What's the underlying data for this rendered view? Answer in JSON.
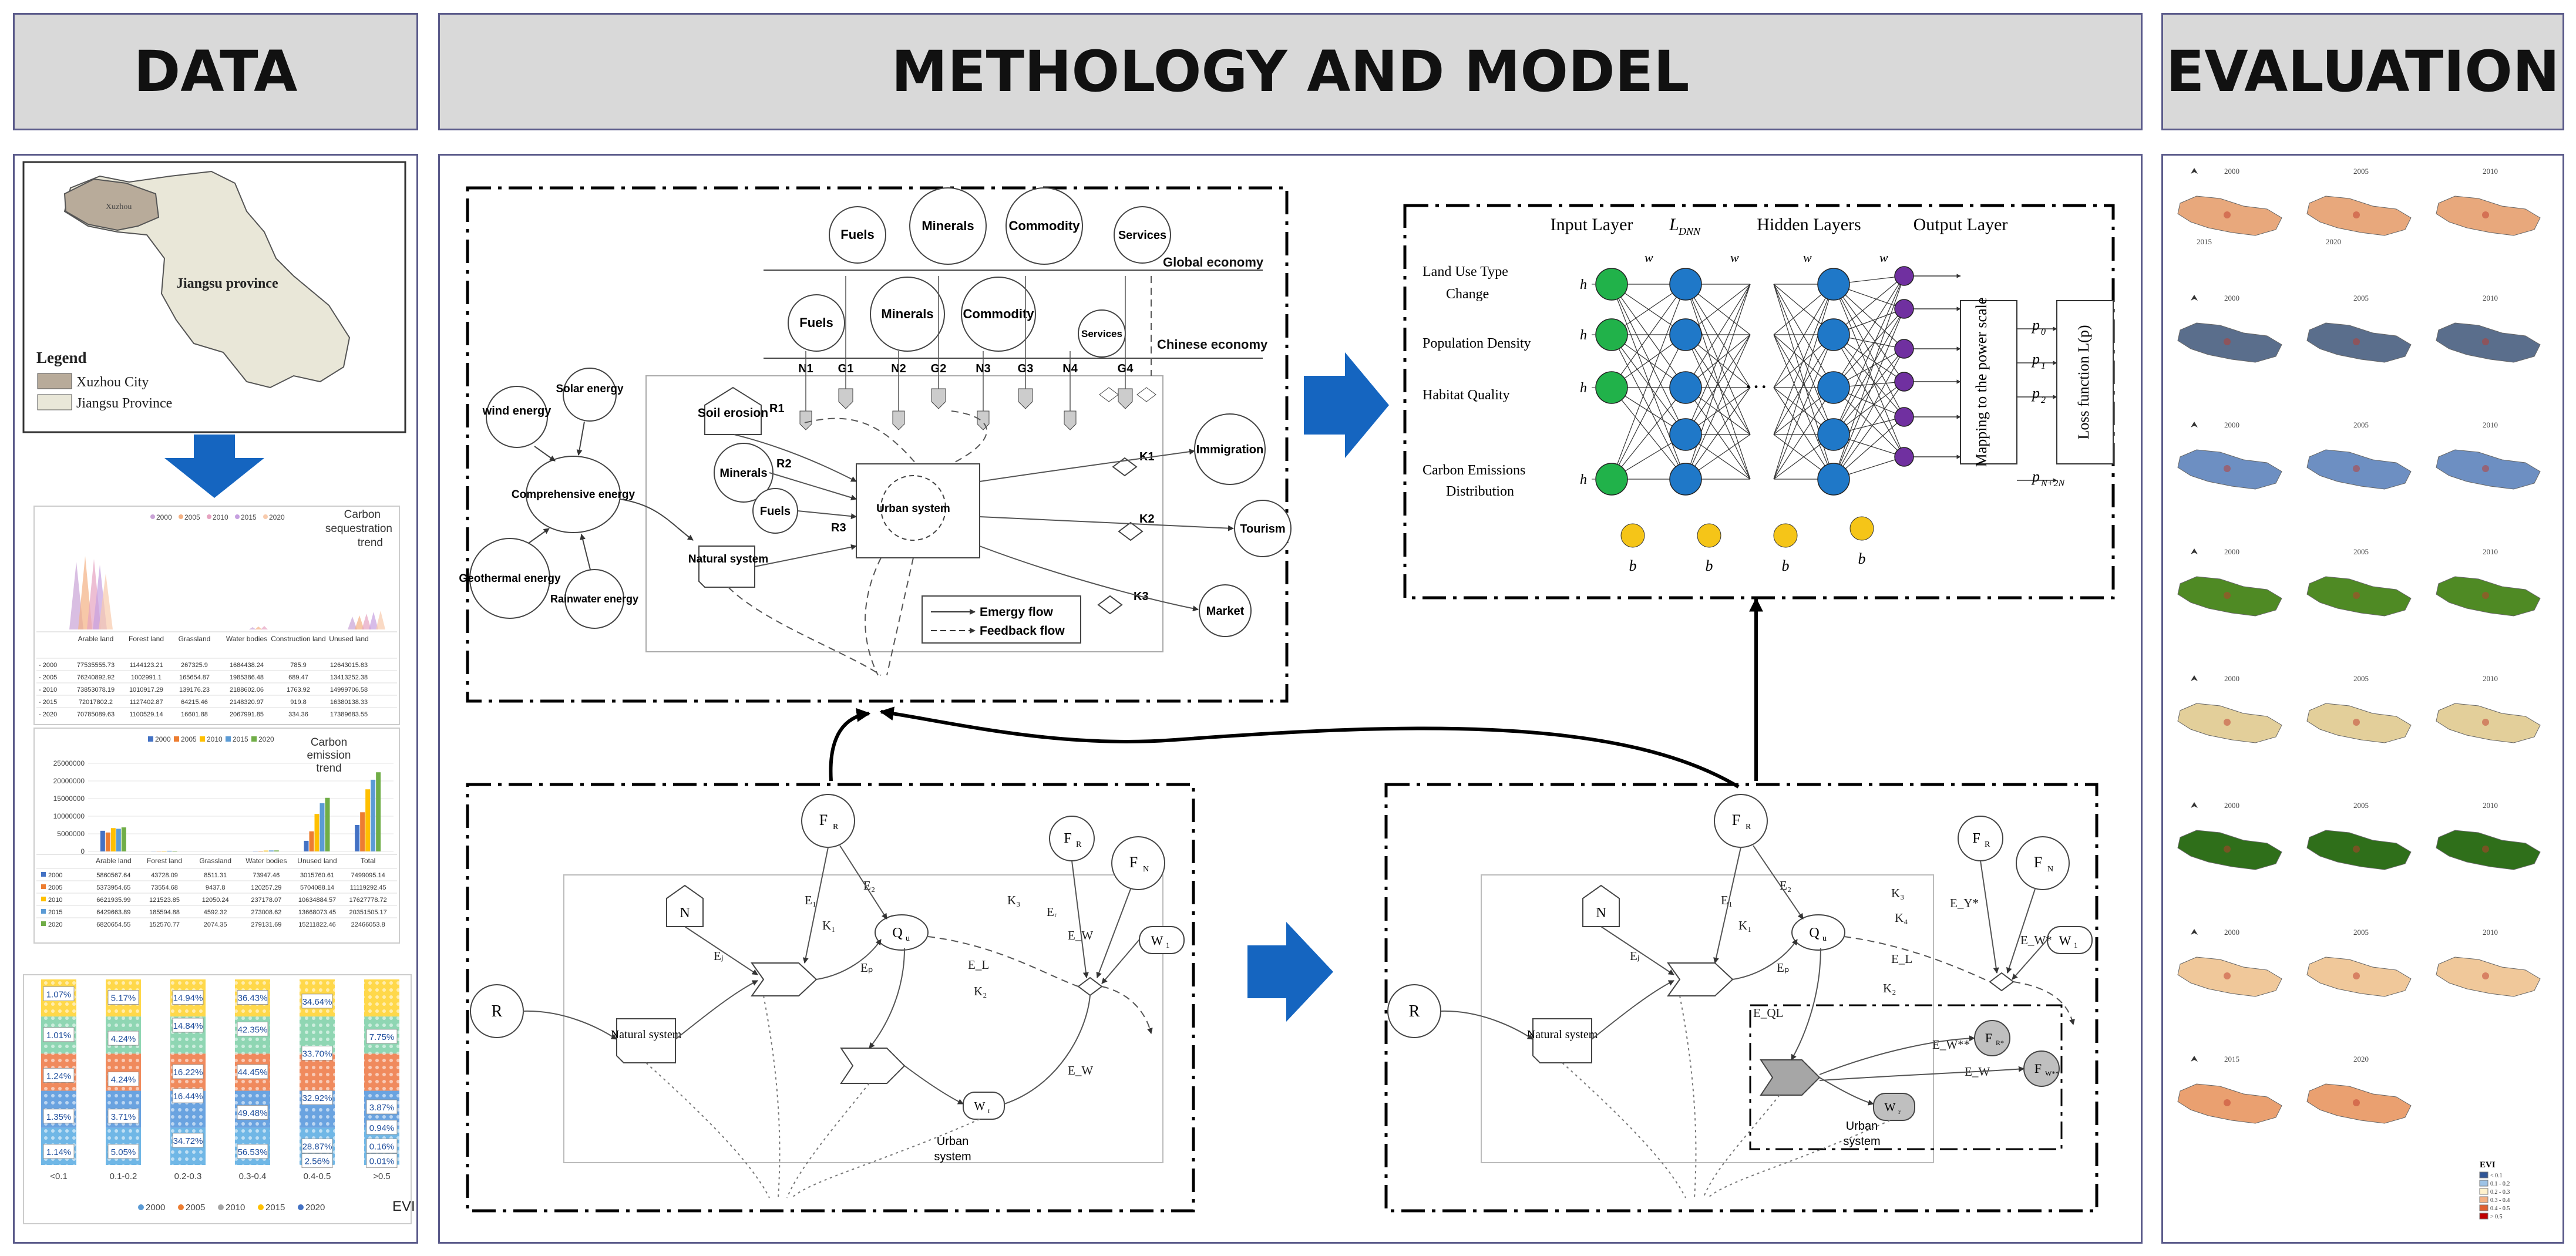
{
  "headers": {
    "data": "DATA",
    "method": "METHOLOGY AND MODEL",
    "evaluation": "EVALUATION"
  },
  "map": {
    "province_label": "Jiangsu province",
    "city_label": "Xuzhou",
    "legend_title": "Legend",
    "legend_items": [
      {
        "label": "Xuzhou City",
        "color": "#b8ab9a"
      },
      {
        "label": "Jiangsu Province",
        "color": "#e9e7d8"
      }
    ]
  },
  "carbon_sequestration": {
    "title_lines": [
      "Carbon",
      "sequestration",
      "trend"
    ],
    "legend": [
      "2000",
      "2005",
      "2010",
      "2015",
      "2020"
    ],
    "columns": [
      "Arable land",
      "Forest land",
      "Grassland",
      "Water bodies",
      "Construction land",
      "Unused land"
    ],
    "rows": [
      {
        "year": "2000",
        "cells": [
          "77535555.73",
          "1144123.21",
          "267325.9",
          "1684438.24",
          "785.9",
          "12643015.83"
        ]
      },
      {
        "year": "2005",
        "cells": [
          "76240892.92",
          "1002991.1",
          "165654.87",
          "1985386.48",
          "689.47",
          "13413252.38"
        ]
      },
      {
        "year": "2010",
        "cells": [
          "73853078.19",
          "1010917.29",
          "139176.23",
          "2188602.06",
          "1763.92",
          "14999706.58"
        ]
      },
      {
        "year": "2015",
        "cells": [
          "72017802.2",
          "1127402.87",
          "64215.46",
          "2148320.97",
          "919.8",
          "16380138.33"
        ]
      },
      {
        "year": "2020",
        "cells": [
          "70785089.63",
          "1100529.14",
          "16601.88",
          "2067991.85",
          "334.36",
          "17389683.55"
        ]
      }
    ]
  },
  "carbon_emission": {
    "title_lines": [
      "Carbon",
      "emission",
      "trend"
    ],
    "legend": [
      "2000",
      "2005",
      "2010",
      "2015",
      "2020"
    ],
    "series_colors": [
      "#4472c4",
      "#ed7d31",
      "#ffc000",
      "#5b9bd5",
      "#70ad47"
    ],
    "y_ticks": [
      "25000000",
      "20000000",
      "15000000",
      "10000000",
      "5000000",
      "0"
    ],
    "categories": [
      "Arable land",
      "Forest land",
      "Grassland",
      "Water bodies",
      "Unused land",
      "Total"
    ],
    "rows": [
      {
        "year": "2000",
        "cells": [
          "5860567.64",
          "43728.09",
          "8511.31",
          "73947.46",
          "3015760.61",
          "7499095.14"
        ]
      },
      {
        "year": "2005",
        "cells": [
          "5373954.65",
          "73554.68",
          "9437.8",
          "120257.29",
          "5704088.14",
          "11119292.45"
        ]
      },
      {
        "year": "2010",
        "cells": [
          "6621935.99",
          "121523.85",
          "12050.24",
          "237178.07",
          "10634884.57",
          "17627778.72"
        ]
      },
      {
        "year": "2015",
        "cells": [
          "6429663.89",
          "185594.88",
          "4592.32",
          "273008.62",
          "13668073.45",
          "20351505.17"
        ]
      },
      {
        "year": "2020",
        "cells": [
          "6820654.55",
          "152570.77",
          "2074.35",
          "279131.69",
          "15211822.46",
          "22466053.8"
        ]
      }
    ]
  },
  "evi_chart": {
    "axis_label": "EVI",
    "categories": [
      "<0.1",
      "0.1-0.2",
      "0.2-0.3",
      "0.3-0.4",
      "0.4-0.5",
      ">0.5"
    ],
    "legend": [
      "2000",
      "2005",
      "2010",
      "2015",
      "2020"
    ],
    "year_colors": [
      "#5b9bd5",
      "#ed7d31",
      "#a5a5a5",
      "#ffc000",
      "#4472c4"
    ],
    "bars": [
      {
        "labels": [
          {
            "text": "1.14%",
            "pos": 0.93
          },
          {
            "text": "1.35%",
            "pos": 0.74
          },
          {
            "text": "1.24%",
            "pos": 0.52
          },
          {
            "text": "1.01%",
            "pos": 0.3
          },
          {
            "text": "1.07%",
            "pos": 0.08
          }
        ]
      },
      {
        "labels": [
          {
            "text": "5.05%",
            "pos": 0.93
          },
          {
            "text": "3.71%",
            "pos": 0.74
          },
          {
            "text": "4.24%",
            "pos": 0.54
          },
          {
            "text": "4.24%",
            "pos": 0.32
          },
          {
            "text": "5.17%",
            "pos": 0.1
          }
        ]
      },
      {
        "labels": [
          {
            "text": "34.72%",
            "pos": 0.87
          },
          {
            "text": "16.44%",
            "pos": 0.63
          },
          {
            "text": "16.22%",
            "pos": 0.5
          },
          {
            "text": "14.84%",
            "pos": 0.25
          },
          {
            "text": "14.94%",
            "pos": 0.1
          }
        ]
      },
      {
        "labels": [
          {
            "text": "56.53%",
            "pos": 0.93
          },
          {
            "text": "49.48%",
            "pos": 0.72
          },
          {
            "text": "44.45%",
            "pos": 0.5
          },
          {
            "text": "42.35%",
            "pos": 0.27
          },
          {
            "text": "36.43%",
            "pos": 0.1
          }
        ]
      },
      {
        "labels": [
          {
            "text": "2.56%",
            "pos": 0.98
          },
          {
            "text": "28.87%",
            "pos": 0.9
          },
          {
            "text": "32.92%",
            "pos": 0.64
          },
          {
            "text": "33.70%",
            "pos": 0.4
          },
          {
            "text": "34.64%",
            "pos": 0.12
          }
        ]
      },
      {
        "labels": [
          {
            "text": "0.01%",
            "pos": 0.98
          },
          {
            "text": "0.16%",
            "pos": 0.9
          },
          {
            "text": "0.94%",
            "pos": 0.8
          },
          {
            "text": "3.87%",
            "pos": 0.69
          },
          {
            "text": "7.75%",
            "pos": 0.31
          }
        ]
      }
    ]
  },
  "emergy": {
    "global_economy": "Global economy",
    "chinese_economy": "Chinese economy",
    "top_row": [
      "Fuels",
      "Minerals",
      "Commodity",
      "Services"
    ],
    "mid_row": [
      "Fuels",
      "Minerals",
      "Commodity",
      "Services"
    ],
    "gates": [
      "N1",
      "G1",
      "N2",
      "G2",
      "N3",
      "G3",
      "N4",
      "G4"
    ],
    "renewable": [
      "wind energy",
      "Solar energy",
      "Comprehensive energy",
      "Geothermal energy",
      "Rainwater energy"
    ],
    "local": [
      "Soil erosion",
      "Minerals",
      "Fuels"
    ],
    "r_labels": [
      "R1",
      "R2",
      "R3"
    ],
    "k_labels": [
      "K1",
      "K2",
      "K3"
    ],
    "natural_system": "Natural system",
    "urban_system": "Urban system",
    "sinks": [
      "Immigration",
      "Tourism",
      "Market"
    ],
    "legend": [
      "Emergy flow",
      "Feedback flow"
    ]
  },
  "nn": {
    "layer_titles": [
      "Input Layer",
      "L",
      "Hidden Layers",
      "Output Layer"
    ],
    "layer_sub": "DNN",
    "inputs": [
      "Land Use Type Change",
      "Population Density",
      "Habitat Quality",
      "Carbon Emissions Distribution"
    ],
    "mapping_box": "Mapping to the power scale",
    "loss_box": "Loss function L(p)"
  },
  "flow_a": {
    "fr": "F",
    "fr_sub": "R",
    "fn": "F",
    "fn_sub": "N",
    "r": "R",
    "n": "N",
    "qu": "Q",
    "qu_sub": "u",
    "w1": "W",
    "w1_sub": "1",
    "wr": "W",
    "wr_sub": "r",
    "natural_system": "Natural system",
    "urban_system": "Urban system",
    "labels": [
      "E1",
      "E2",
      "K1",
      "K3",
      "Ej",
      "Ep",
      "Er",
      "EL",
      "K2",
      "Ew",
      "Ew"
    ]
  },
  "flow_b": {
    "fr": "F",
    "fr_sub": "R",
    "fn": "F",
    "fn_sub": "N",
    "r": "R",
    "n": "N",
    "qu": "Q",
    "qu_sub": "u",
    "w1": "W",
    "w1_sub": "1",
    "wr": "W",
    "wr_sub": "r",
    "frp": "F",
    "frp_sub": "R*",
    "fnp": "F",
    "fnp_sub": "W**",
    "natural_system": "Natural system",
    "urban_system": "Urban system",
    "labels": [
      "E1",
      "E2",
      "K1",
      "K3",
      "K4",
      "Ej",
      "Ep",
      "EQL",
      "EL",
      "K2",
      "Ew",
      "Ew*",
      "Ew**",
      "Ey*"
    ]
  },
  "evaluation": {
    "years_a": [
      "2000",
      "2005",
      "2010"
    ],
    "years_b": [
      "2015",
      "2020"
    ],
    "legend_title": "EVI",
    "legend_items": [
      "< 0.1",
      "0.1 - 0.2",
      "0.2 - 0.3",
      "0.3 - 0.4",
      "0.4 - 0.5",
      "> 0.5"
    ],
    "legend_colors": [
      "#2f5597",
      "#9dc3e6",
      "#fff2cc",
      "#f4b183",
      "#e06030",
      "#c00000"
    ],
    "row_fills": [
      "#e8a87c",
      "#5a6e8c",
      "#6d8fc2",
      "#4f8a24",
      "#e3cf9a",
      "#2f6f1a",
      "#f0c89a",
      "#eaa070"
    ]
  }
}
